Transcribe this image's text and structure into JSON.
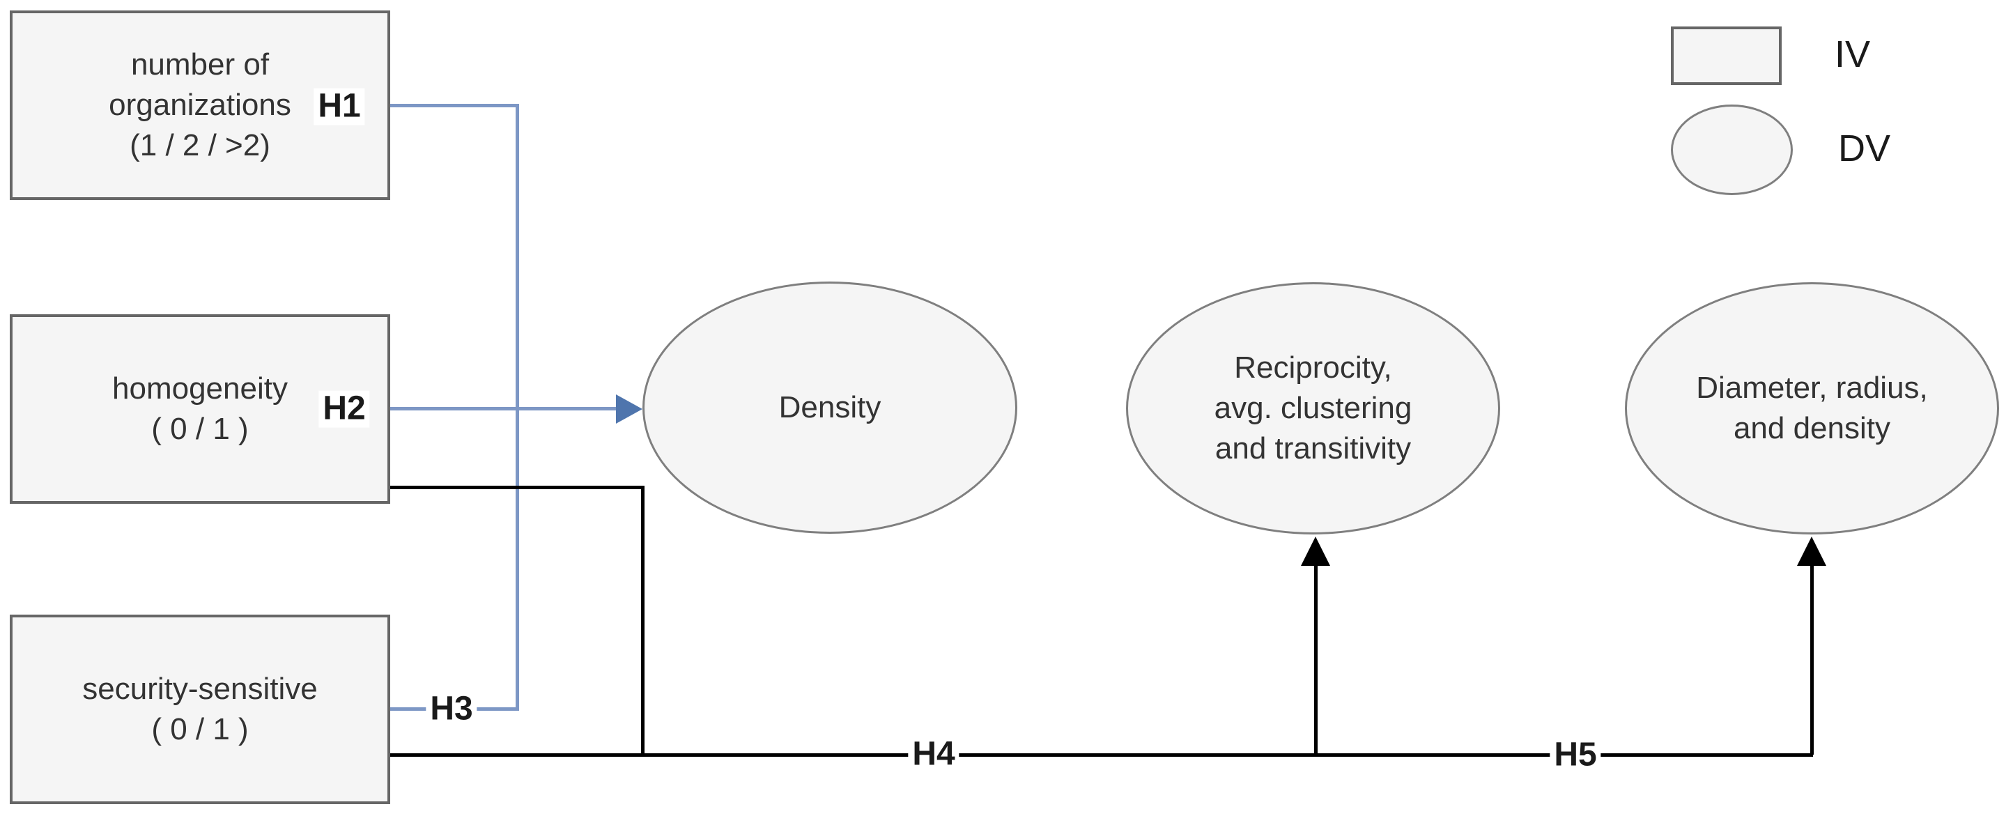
{
  "colors": {
    "node_fill": "#f5f5f5",
    "rect_border": "#666666",
    "ellipse_border": "#7f7f7f",
    "iv_arrow_line": "#7d97c5",
    "iv_arrowhead": "#4f75ad",
    "dv_arrow": "#000000",
    "node_text": "#333333",
    "hypothesis_text": "#1a1a1a",
    "background": "#ffffff"
  },
  "diagram": {
    "iv_nodes": [
      {
        "id": "number-of-organizations",
        "label": "number of\norganizations\n(1 / 2 / >2)"
      },
      {
        "id": "homogeneity",
        "label": "homogeneity\n( 0 / 1 )"
      },
      {
        "id": "security-sensitive",
        "label": "security-sensitive\n( 0 / 1 )"
      }
    ],
    "dv_nodes": [
      {
        "id": "density",
        "label": "Density"
      },
      {
        "id": "reciprocity",
        "label": "Reciprocity,\navg. clustering\nand transitivity"
      },
      {
        "id": "diameter",
        "label": "Diameter, radius,\nand density"
      }
    ],
    "hypotheses": [
      {
        "id": "H1",
        "label": "H1",
        "from": "number of organizations",
        "to": "Density",
        "style": "blue"
      },
      {
        "id": "H2",
        "label": "H2",
        "from": "homogeneity",
        "to": "Density",
        "style": "blue"
      },
      {
        "id": "H3",
        "label": "H3",
        "from": "security-sensitive",
        "to": "Density",
        "style": "blue"
      },
      {
        "id": "H4",
        "label": "H4",
        "from": "homogeneity & security-sensitive",
        "to": "Reciprocity, avg. clustering and transitivity",
        "style": "black"
      },
      {
        "id": "H5",
        "label": "H5",
        "from": "homogeneity & security-sensitive",
        "to": "Diameter, radius, and density",
        "style": "black"
      }
    ]
  },
  "legend": {
    "items": [
      {
        "shape": "rectangle",
        "label": "IV"
      },
      {
        "shape": "ellipse",
        "label": "DV"
      }
    ]
  }
}
